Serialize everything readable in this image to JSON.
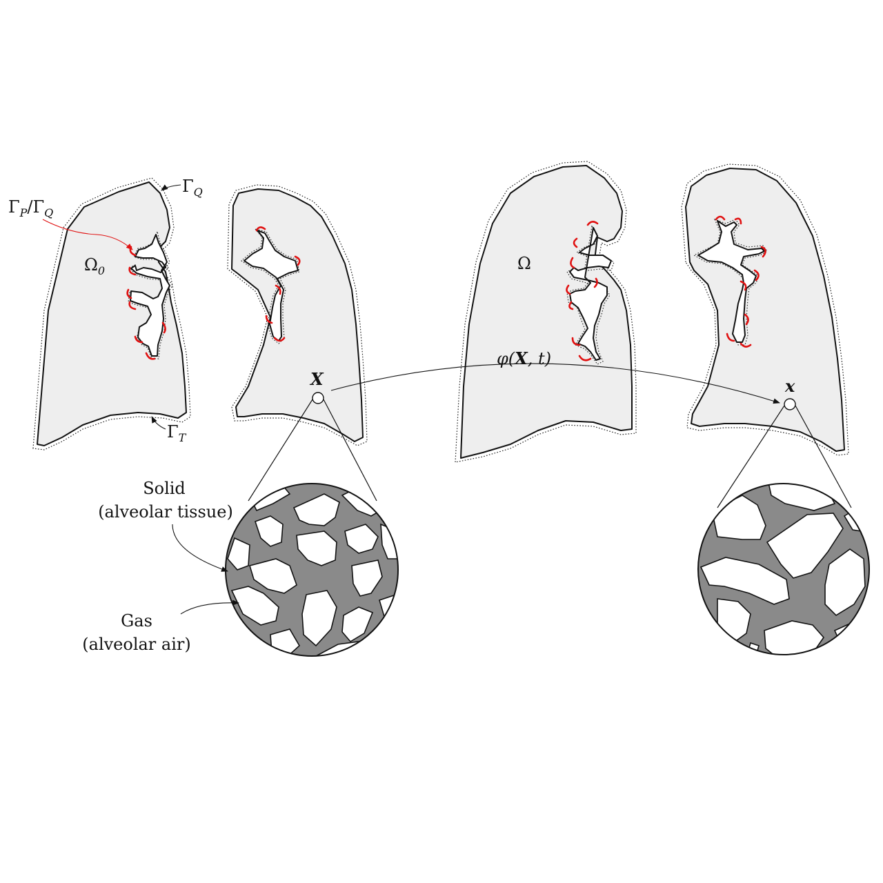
{
  "labels": {
    "gamma_q_top": "Γ",
    "gamma_q_top_sub": "Q",
    "gamma_pq": "Γ",
    "gamma_pq_sub1": "P",
    "gamma_pq_slash": "/Γ",
    "gamma_pq_sub2": "Q",
    "omega0": "Ω",
    "omega0_sub": "0",
    "gamma_t": "Γ",
    "gamma_t_sub": "T",
    "omega": "Ω",
    "point_ref": "X",
    "point_cur": "x",
    "map_phi": "φ(",
    "map_x": "X",
    "map_t": ", t)",
    "solid_line1": "Solid",
    "solid_line2": "(alveolar tissue)",
    "gas_line1": "Gas",
    "gas_line2": "(alveolar air)"
  },
  "colors": {
    "lung_fill": "#eeeeee",
    "tissue": "#8a8a8a",
    "pressure_boundary": "#e01010"
  }
}
